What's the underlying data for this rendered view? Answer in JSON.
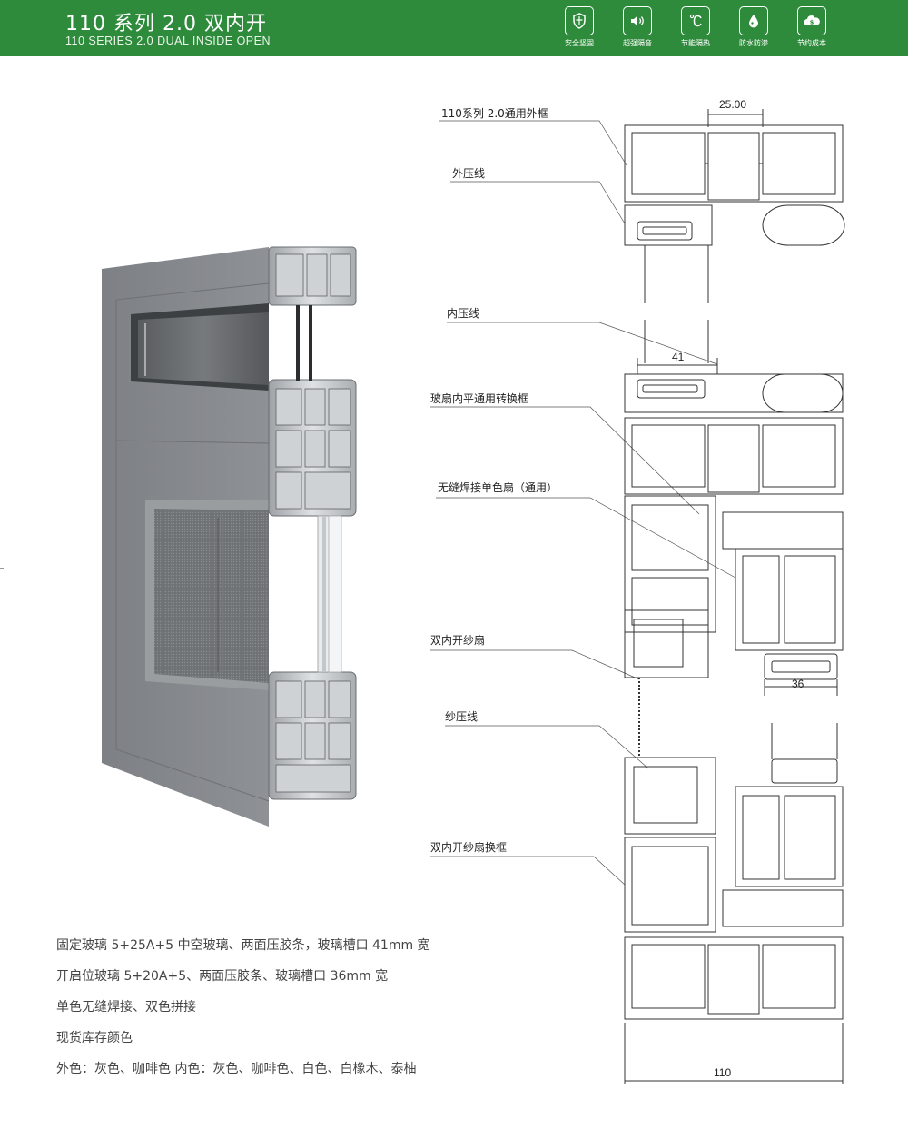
{
  "header": {
    "title_cn": "110 系列 2.0 双内开",
    "title_en": "110 SERIES 2.0 DUAL INSIDE OPEN",
    "background_color": "#2e8b3c",
    "features": [
      {
        "label": "安全坚固",
        "icon": "shield-icon"
      },
      {
        "label": "超强隔音",
        "icon": "speaker-icon"
      },
      {
        "label": "节能隔热",
        "icon": "thermometer-icon"
      },
      {
        "label": "防水防渗",
        "icon": "water-drop-icon"
      },
      {
        "label": "节约成本",
        "icon": "money-cloud-icon"
      }
    ]
  },
  "drawing": {
    "callouts": [
      "110系列 2.0通用外框",
      "外压线",
      "内压线",
      "玻扇内平通用转换框",
      "无缝焊接单色扇（通用）",
      "双内开纱扇",
      "纱压线",
      "双内开纱扇换框"
    ],
    "dimensions": {
      "top_width": "25.00",
      "glass_slot_fixed": "41",
      "glass_slot_sash": "36",
      "overall_width": "110"
    }
  },
  "specs": [
    "固定玻璃 5+25A+5 中空玻璃、两面压胶条，玻璃槽口 41mm 宽",
    "开启位玻璃 5+20A+5、两面压胶条、玻璃槽口 36mm 宽",
    "单色无缝焊接、双色拼接",
    "现货库存颜色",
    "外色：灰色、咖啡色    内色：灰色、咖啡色、白色、白橡木、泰柚"
  ]
}
